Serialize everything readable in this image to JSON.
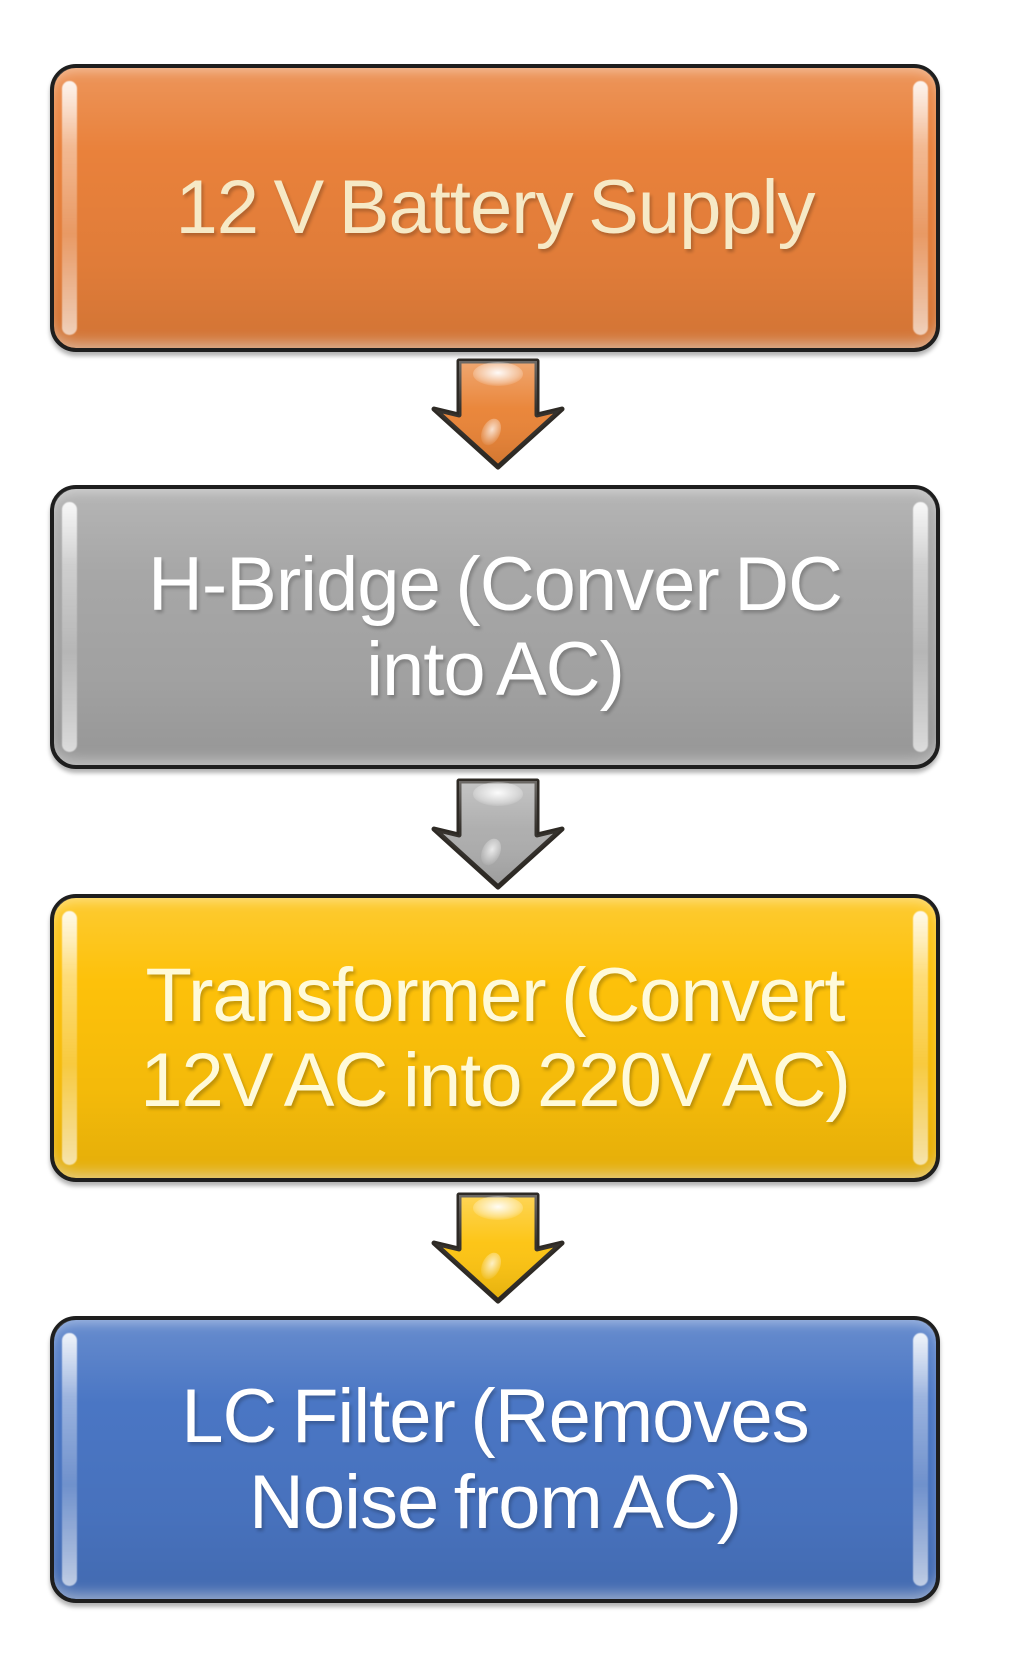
{
  "page": {
    "background": "#FFFFFF",
    "border_color": "#1E1E1E"
  },
  "diagram": {
    "type": "flowchart-vertical",
    "steps": [
      {
        "name": "battery-supply",
        "lines": [
          "12 V Battery Supply"
        ],
        "fill": "#E9813B",
        "text_color": "#F6E9C6"
      },
      {
        "name": "h-bridge",
        "lines": [
          "H-Bridge (Conver DC",
          "into AC)"
        ],
        "fill": "#A7A7A7",
        "text_color": "#FFFFFF"
      },
      {
        "name": "transformer",
        "lines": [
          "Transformer (Convert",
          "12V AC into 220V AC)"
        ],
        "fill": "#FDC10A",
        "text_color": "#FFFAD9"
      },
      {
        "name": "lc-filter",
        "lines": [
          "LC Filter (Removes",
          "Noise from AC)"
        ],
        "fill": "#4A76C4",
        "text_color": "#FFFFFF"
      }
    ],
    "connectors": [
      {
        "from": "battery-supply",
        "to": "h-bridge",
        "direction": "down",
        "fill": "#E98234"
      },
      {
        "from": "h-bridge",
        "to": "transformer",
        "direction": "down",
        "fill": "#ACACAC"
      },
      {
        "from": "transformer",
        "to": "lc-filter",
        "direction": "down",
        "fill": "#FDC30E"
      }
    ]
  }
}
